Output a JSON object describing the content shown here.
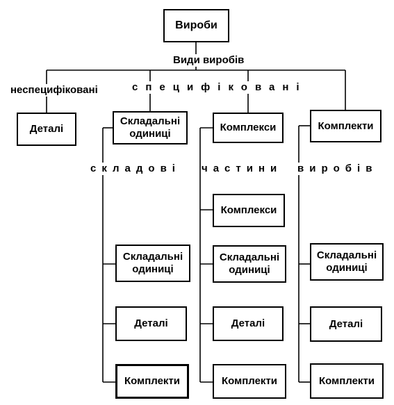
{
  "root": {
    "label": "Вироби"
  },
  "types_label": "Види виробів",
  "branch_unspecified": "неспецифіковані",
  "branch_specified": "специфіковані",
  "components_label": {
    "part1": "складові",
    "part2": "частини",
    "part3": "виробів"
  },
  "top_row": {
    "details": "Деталі",
    "assembly_units": "Складальні одиниці",
    "complexes": "Комплекси",
    "kits": "Комплекти"
  },
  "column_assembly": [
    "Складальні одиниці",
    "Деталі",
    "Комплекти"
  ],
  "column_complexes": [
    "Комплекси",
    "Складальні одиниці",
    "Деталі",
    "Комплекти"
  ],
  "column_kits": [
    "Складальні одиниці",
    "Деталі",
    "Комплекти"
  ]
}
